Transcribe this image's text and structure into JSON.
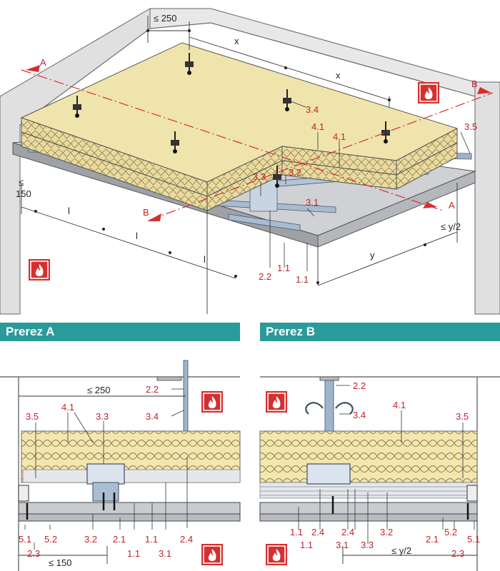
{
  "section_a": {
    "title": "Prerez A"
  },
  "section_b": {
    "title": "Prerez B"
  },
  "colors": {
    "accent": "#c0242c",
    "header": "#2a9a9a",
    "insulation": "#f0e4ad",
    "board": "#c9cccf"
  },
  "iso": {
    "dims": {
      "d250": "≤ 250",
      "x1": "x",
      "x2": "x",
      "d150_a": "≤",
      "d150_b": "150",
      "l1": "l",
      "l2": "l",
      "l3": "l",
      "y": "y",
      "y2": "≤ y/2"
    },
    "section_marks": {
      "a_left": "A",
      "a_right": "A",
      "b_left": "B",
      "b_right": "B"
    },
    "labels": {
      "hanger": "3.4",
      "ins1": "4.1",
      "ins2": "4.1",
      "edge": "3.5",
      "conn": "3.3",
      "main": "3.2",
      "cross": "3.1",
      "clip": "2.2",
      "board1": "1.1",
      "board2": "1.1"
    }
  },
  "sec_a": {
    "dims": {
      "d250": "≤ 250",
      "d150": "≤ 150"
    },
    "labels": {
      "clip": "2.2",
      "hanger": "3.4",
      "ins": "4.1",
      "edge": "3.5",
      "conn": "3.3",
      "r1": "5.1",
      "r2": "5.2",
      "r3": "2.3",
      "r4": "3.2",
      "r5": "2.1",
      "r6": "1.1",
      "r7": "1.1",
      "r8": "3.1",
      "r9": "2.4"
    }
  },
  "sec_b": {
    "dims": {
      "y2": "≤ y/2"
    },
    "labels": {
      "clip": "2.2",
      "hanger": "3.4",
      "ins": "4.1",
      "edge": "3.5",
      "r1": "1.1",
      "r2": "1.1",
      "r3": "2.4",
      "r4": "3.1",
      "r5": "2.4",
      "r6": "3.3",
      "r7": "3.2",
      "r8": "2.1",
      "r9": "5.2",
      "r10": "2.3",
      "r11": "5.1"
    }
  }
}
